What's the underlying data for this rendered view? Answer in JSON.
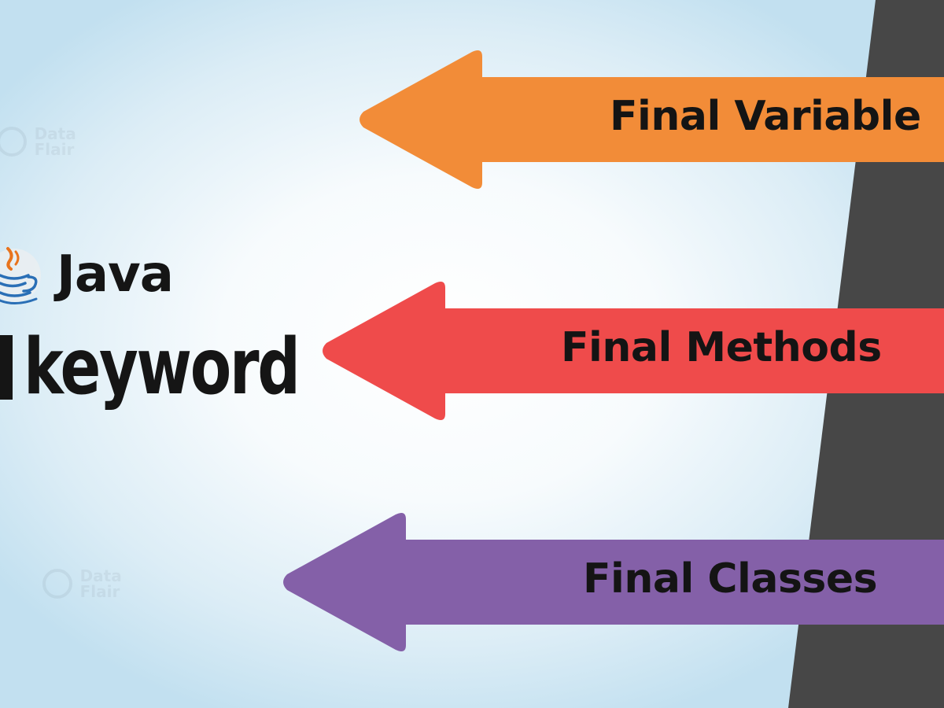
{
  "heading": {
    "line1": "Java",
    "line2": "keyword"
  },
  "arrows": [
    {
      "label": "Final Variable",
      "color": "#f28c38"
    },
    {
      "label": "Final Methods",
      "color": "#ef4b4b"
    },
    {
      "label": "Final Classes",
      "color": "#8460a8"
    }
  ],
  "watermark": {
    "text_top": "Data",
    "text_bottom": "Flair"
  },
  "colors": {
    "panel": "#474747",
    "text": "#151515",
    "background_edge": "#c2e0f0",
    "background_center": "#ffffff"
  },
  "icons": {
    "java": "java-coffee-cup-icon",
    "watermark": "dataflair-logo-icon"
  }
}
